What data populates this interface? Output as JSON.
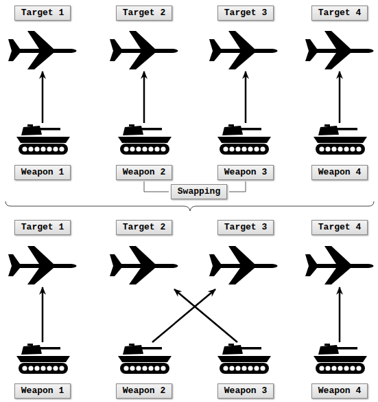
{
  "diagram": {
    "nodes": [
      {
        "text": [
          "Target 1"
        ]
      },
      {
        "text": [
          "Target 2"
        ]
      },
      {
        "text": [
          "Target 3"
        ]
      },
      {
        "text": [
          "Target 4"
        ]
      },
      {
        "text": [
          "Weapon 1"
        ]
      },
      {
        "text": [
          "Weapon 2"
        ]
      },
      {
        "text": [
          "Weapon 3"
        ]
      },
      {
        "text": [
          "Weapon 4"
        ]
      },
      {
        "text": [
          "Swapping"
        ]
      },
      {
        "text": [
          "Target 1"
        ]
      },
      {
        "text": [
          "Target 2"
        ]
      },
      {
        "text": [
          "Target 3"
        ]
      },
      {
        "text": [
          "Target 4"
        ]
      },
      {
        "text": [
          "Weapon 1"
        ]
      },
      {
        "text": [
          "Weapon 2"
        ]
      },
      {
        "text": [
          "Weapon 3"
        ]
      },
      {
        "text": [
          "Weapon 4"
        ]
      }
    ],
    "edges": [
      {
        "from": 4,
        "to": 0,
        "arrow": "to"
      },
      {
        "from": 5,
        "to": 1,
        "arrow": "to"
      },
      {
        "from": 6,
        "to": 2,
        "arrow": "to"
      },
      {
        "from": 7,
        "to": 3,
        "arrow": "to"
      },
      {
        "from": 13,
        "to": 9,
        "arrow": "to"
      },
      {
        "from": 14,
        "to": 11,
        "arrow": "to"
      },
      {
        "from": 15,
        "to": 10,
        "arrow": "to"
      },
      {
        "from": 16,
        "to": 12,
        "arrow": "to"
      }
    ]
  }
}
